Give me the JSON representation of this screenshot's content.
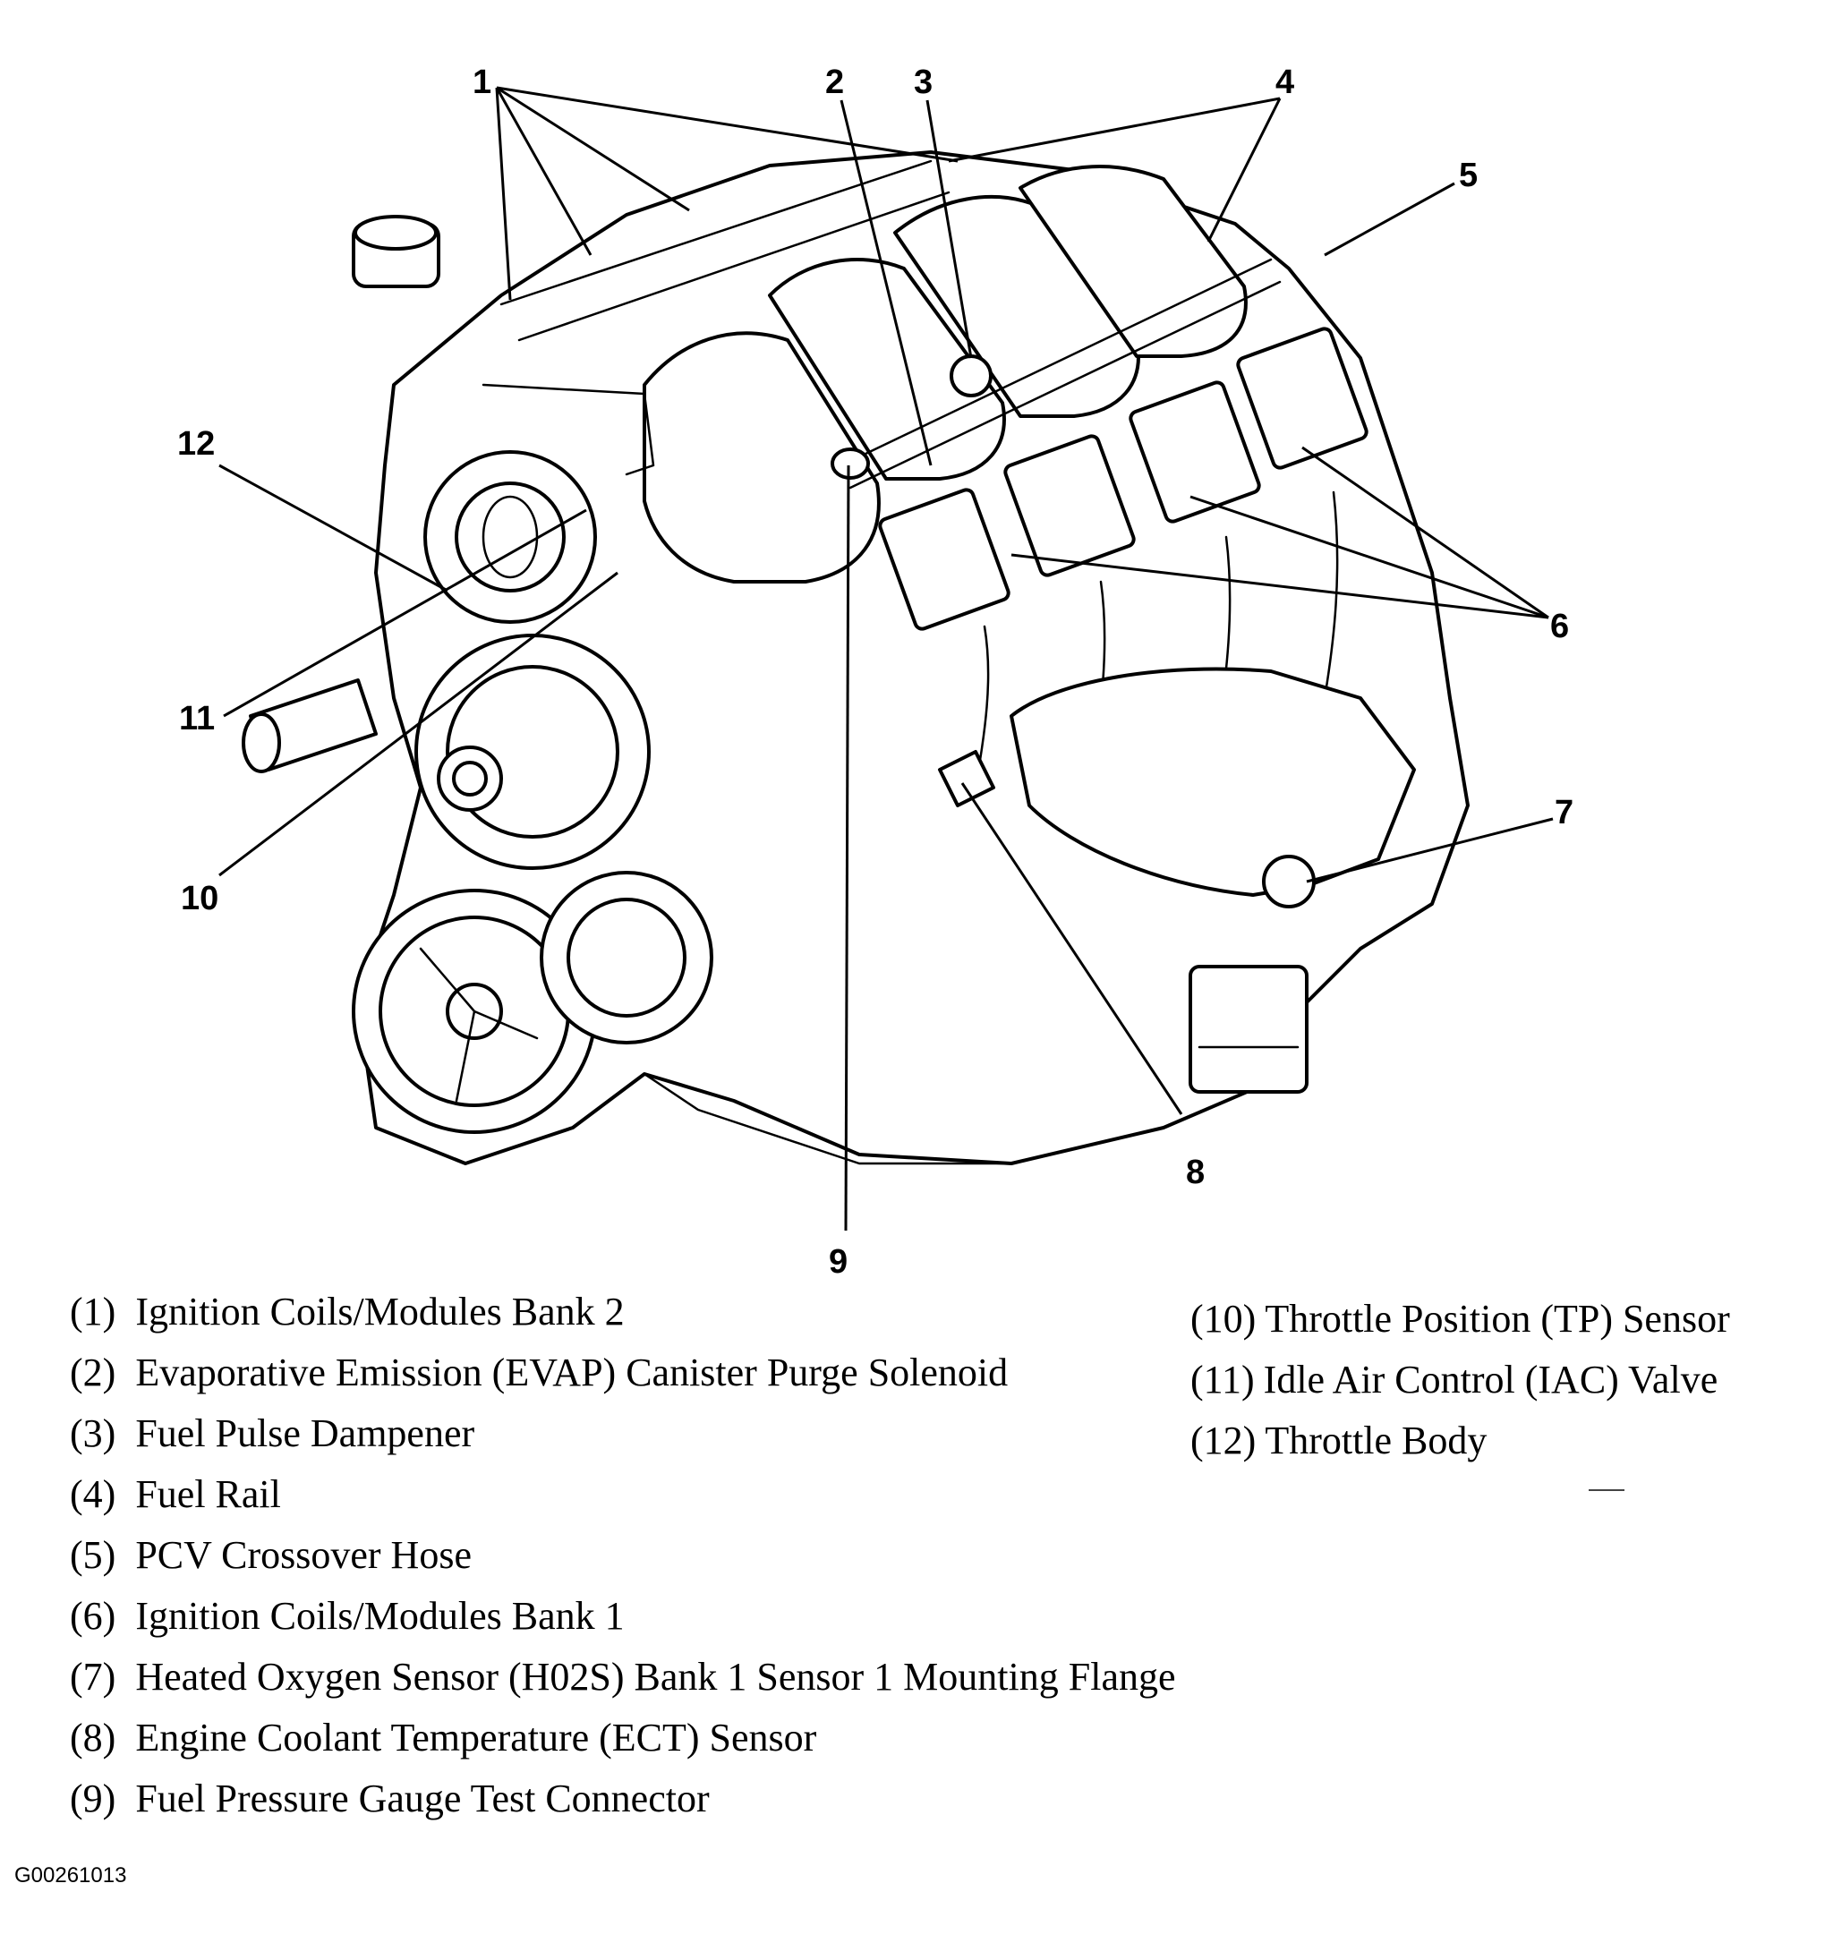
{
  "callouts": [
    "1",
    "2",
    "3",
    "4",
    "5",
    "6",
    "7",
    "8",
    "9",
    "10",
    "11",
    "12"
  ],
  "legend": [
    {
      "num": "(1)",
      "text": "Ignition Coils/Modules Bank 2"
    },
    {
      "num": "(2)",
      "text": "Evaporative Emission (EVAP) Canister Purge Solenoid"
    },
    {
      "num": "(3)",
      "text": "Fuel Pulse Dampener"
    },
    {
      "num": "(4)",
      "text": "Fuel Rail"
    },
    {
      "num": "(5)",
      "text": "PCV Crossover Hose"
    },
    {
      "num": "(6)",
      "text": "Ignition Coils/Modules Bank 1"
    },
    {
      "num": "(7)",
      "text": "Heated Oxygen Sensor (H02S) Bank 1 Sensor 1 Mounting Flange"
    },
    {
      "num": "(8)",
      "text": "Engine Coolant Temperature (ECT) Sensor"
    },
    {
      "num": "(9)",
      "text": "Fuel Pressure Gauge Test Connector"
    },
    {
      "num": "(10)",
      "text": "Throttle Position (TP) Sensor"
    },
    {
      "num": "(11)",
      "text": "Idle Air Control (IAC) Valve"
    },
    {
      "num": "(12)",
      "text": "Throttle Body"
    }
  ],
  "figure_id": "G00261013"
}
